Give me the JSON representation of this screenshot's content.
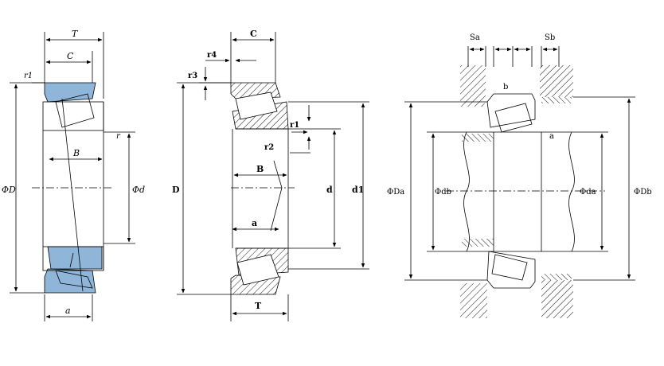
{
  "colors": {
    "blue": "#8fb6d8",
    "black": "#000000"
  },
  "diagram1": {
    "labels": {
      "T": "T",
      "C": "C",
      "r1": "r1",
      "r": "r",
      "D": "ΦD",
      "B": "B",
      "d": "Φd",
      "a": "a"
    }
  },
  "diagram2": {
    "labels": {
      "C": "C",
      "r4": "r4",
      "r3": "r3",
      "r1": "r1",
      "r2": "r2",
      "B": "B",
      "D": "D",
      "d": "d",
      "d1": "d1",
      "a": "a",
      "T": "T"
    }
  },
  "diagram3": {
    "labels": {
      "Sa": "Sa",
      "Sb": "Sb",
      "b": "b",
      "a": "a",
      "Da": "ΦDa",
      "db": "Φdb",
      "da": "Φda",
      "Db": "ΦDb"
    }
  }
}
